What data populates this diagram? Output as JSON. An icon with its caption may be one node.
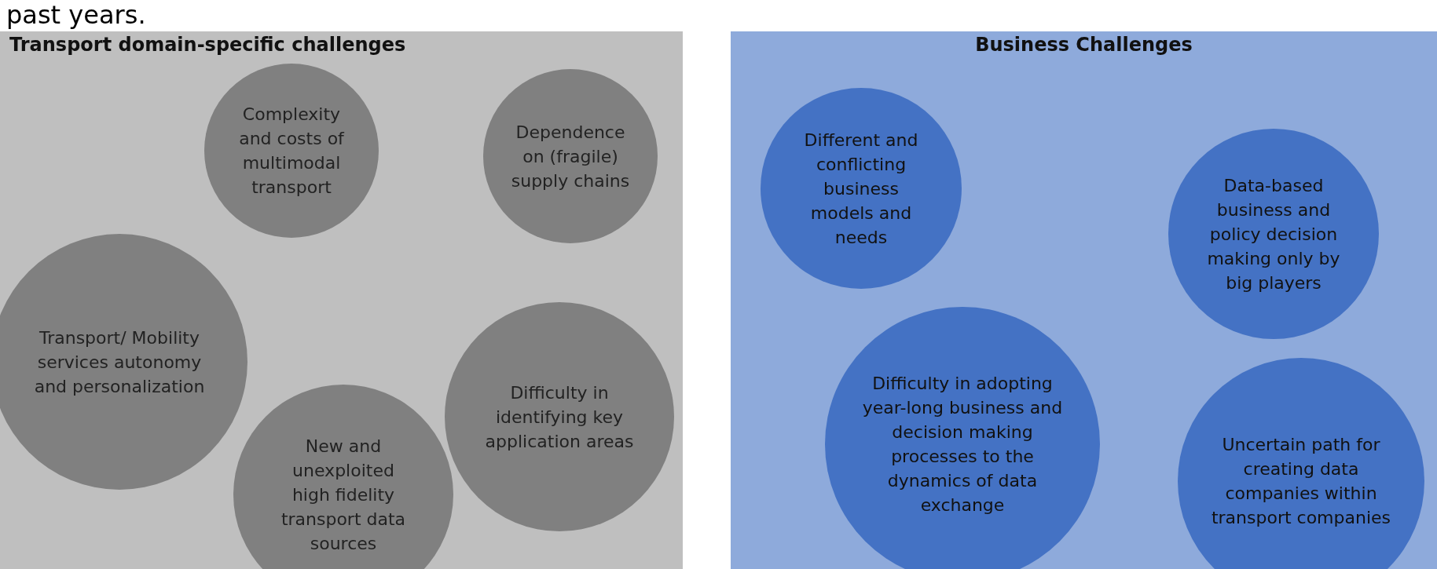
{
  "diagram": {
    "nodes": [
      {
        "text": [
          "Transport domain-specific challenges"
        ]
      },
      {
        "text": [
          "Complexity and costs of multimodal transport"
        ],
        "in": 0
      },
      {
        "text": [
          "Dependence on (fragile) supply chains"
        ],
        "in": 0
      },
      {
        "text": [
          "Transport/ Mobility services autonomy and personalization"
        ],
        "in": 0
      },
      {
        "text": [
          "Difficulty in identifying key application areas"
        ],
        "in": 0
      },
      {
        "text": [
          "New and unexploited high fidelity transport data sources"
        ],
        "in": 0
      },
      {
        "text": [
          "Business Challenges"
        ]
      },
      {
        "text": [
          "Different and conflicting business models and needs"
        ],
        "in": 6
      },
      {
        "text": [
          "Data-based business and policy decision making only by big players"
        ],
        "in": 6
      },
      {
        "text": [
          "Difficulty in adopting year-long business and decision making processes to the dynamics of data exchange"
        ],
        "in": 6
      },
      {
        "text": [
          "Uncertain path for creating data companies within transport companies"
        ],
        "in": 6
      }
    ],
    "edges": [],
    "labels": [
      "past years."
    ]
  }
}
